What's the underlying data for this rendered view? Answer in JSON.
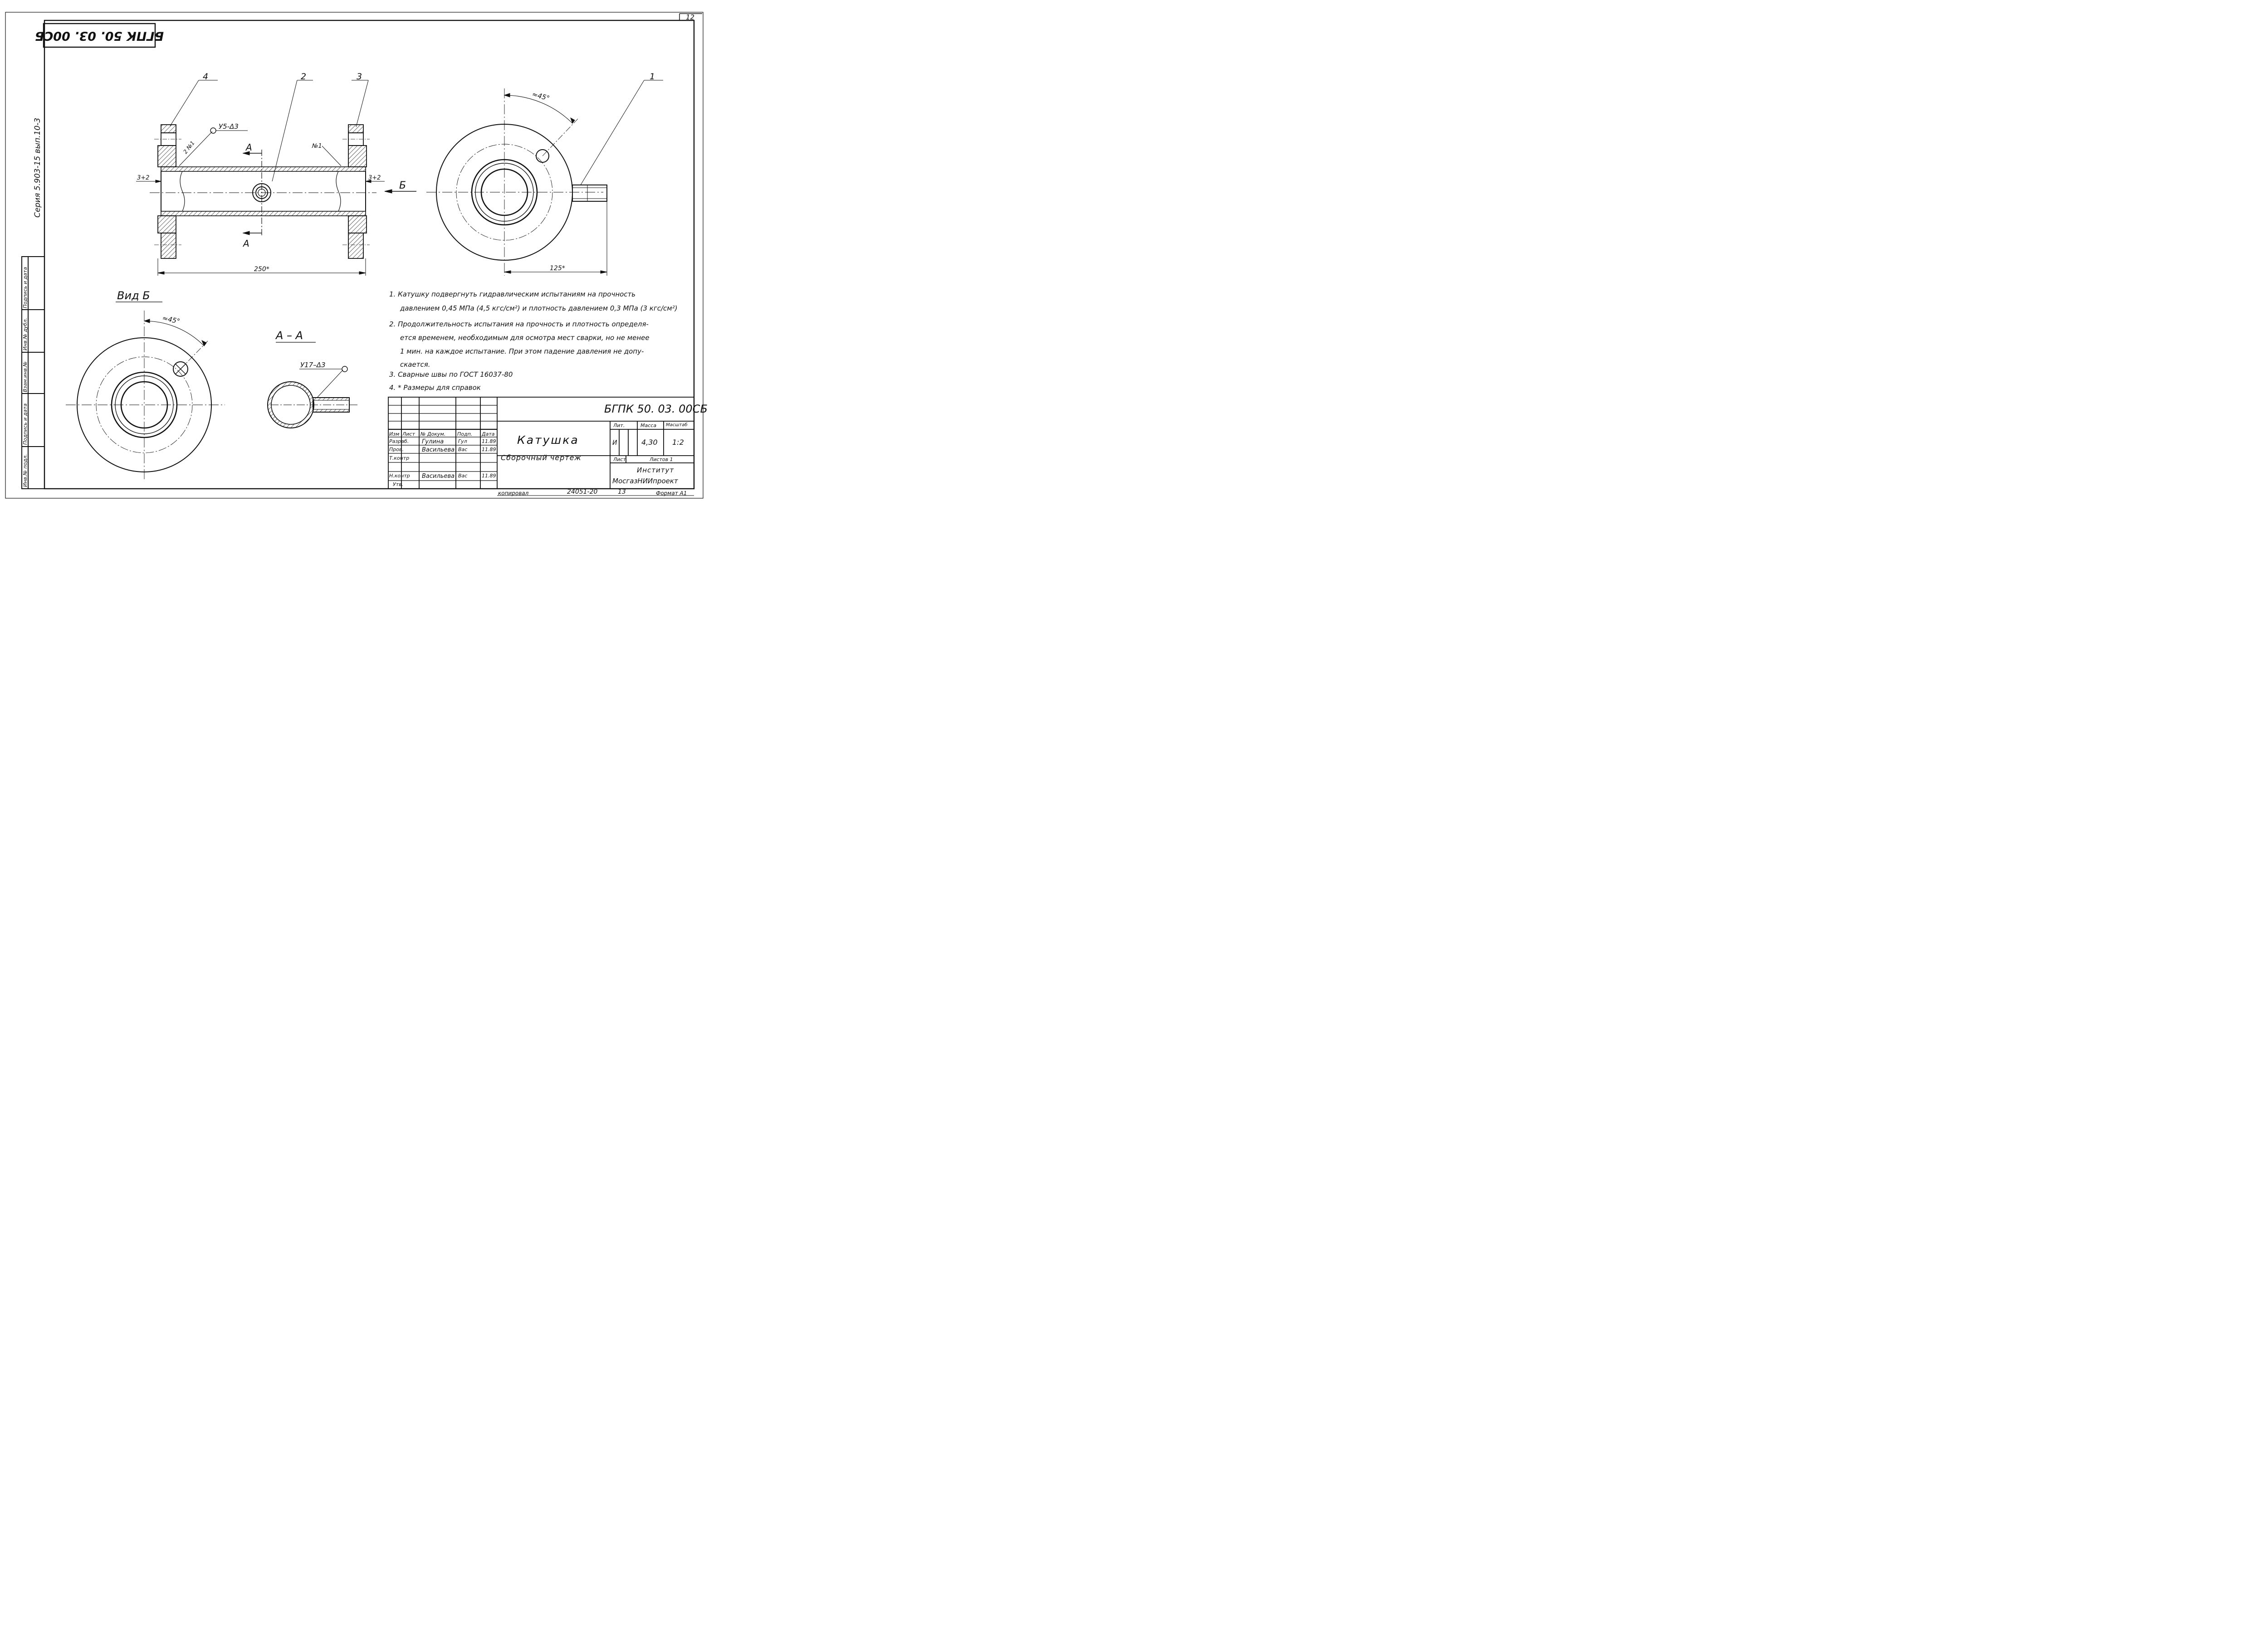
{
  "sheet": {
    "page_number": "12",
    "code_stamp": "БГПК 50. 03. 00СБ",
    "series": "Серия 5.903-15 вып.10-3",
    "side_strip": [
      "Подпись и дата",
      "Инв.№ дубл.",
      "Взам.инв.№",
      "Подпись и дата",
      "Инв.№ подл."
    ],
    "bottom_copy": "копировал",
    "bottom_number": "24051-20",
    "bottom_sheet": "13",
    "format": "Формат А1"
  },
  "drawing": {
    "main_view": {
      "balloons": [
        "4",
        "2",
        "3",
        "1"
      ],
      "weld_left": "У5-Δ3",
      "weld_mark_left": "2 №1",
      "weld_mark_right": "№1",
      "section_letter": "А",
      "view_letter": "Б",
      "gap_left": "3+2",
      "gap_right": "3+2",
      "length_dim": "250*"
    },
    "right_view": {
      "angle": "≈45°",
      "dim": "125*"
    },
    "view_b": {
      "title": "Вид Б",
      "angle": "≈45°"
    },
    "section_aa": {
      "title": "А – А",
      "weld": "У17–Δ3"
    }
  },
  "notes": [
    "1. Катушку подвергнуть гидравлическим испытаниям на прочность",
    "давлением 0,45 МПа (4,5 кгс/см²) и плотность давлением 0,3 МПа (3 кгс/см²)",
    "2. Продолжительность испытания на прочность и плотность определя-",
    "ется временем, необходимым для осмотра мест сварки, но не менее",
    "1 мин. на каждое испытание. При этом падение давления не допу-",
    "скается.",
    "3. Сварные швы по ГОСТ 16037-80",
    "4. * Размеры для справок"
  ],
  "title_block": {
    "code": "БГПК 50. 03. 00СБ",
    "name": "Катушка",
    "doc_type": "Сборочный чертеж",
    "headers": [
      "Изм",
      "Лист",
      "№ Докум.",
      "Подп.",
      "Дата"
    ],
    "rows": [
      {
        "role": "Разраб.",
        "name": "Гулина",
        "sign": "Гул",
        "date": "11.89"
      },
      {
        "role": "Пров.",
        "name": "Васильева",
        "sign": "Вас",
        "date": "11.89"
      },
      {
        "role": "Т.контр",
        "name": "",
        "sign": "",
        "date": ""
      },
      {
        "role": "Н.контр",
        "name": "Васильева",
        "sign": "Вас",
        "date": "11.89"
      },
      {
        "role": "Утв.",
        "name": "",
        "sign": "",
        "date": ""
      }
    ],
    "lit_label": "Лит.",
    "mass_label": "Масса",
    "scale_label": "Масштаб",
    "lit_value": "И",
    "mass_value": "4,30",
    "scale_value": "1:2",
    "sheet_label": "Лист",
    "sheets_label": "Листов 1",
    "org_line1": "Институт",
    "org_line2": "МосгазНИИпроект"
  }
}
